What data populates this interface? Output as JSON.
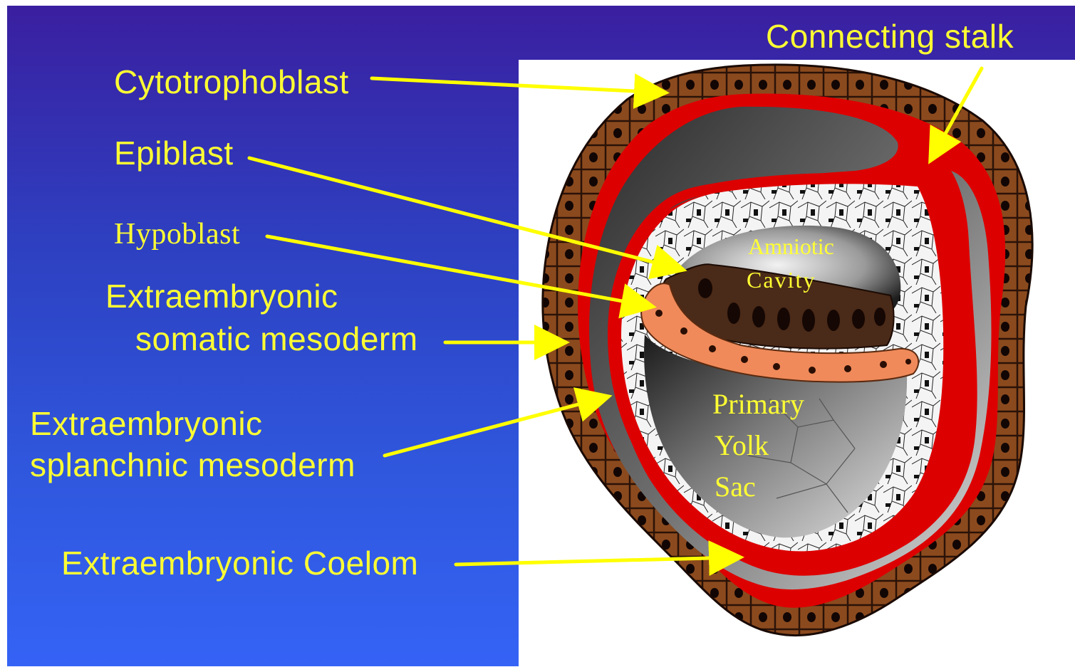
{
  "labels": {
    "connecting_stalk": "Connecting stalk",
    "cytotrophoblast": "Cytotrophoblast",
    "epiblast": "Epiblast",
    "hypoblast": "Hypoblast",
    "somatic_line1": "Extraembryonic",
    "somatic_line2": "somatic mesoderm",
    "splanchnic_line1": "Extraembryonic",
    "splanchnic_line2": "splanchnic mesoderm",
    "coelom": "Extraembryonic Coelom"
  },
  "inner_labels": {
    "amniotic_line1": "Amniotic",
    "amniotic_line2": "Cavity",
    "yolk_line1": "Primary",
    "yolk_line2": "Yolk",
    "yolk_line3": "Sac"
  },
  "colors": {
    "label_text": "#ffff33",
    "arrow": "#ffff00",
    "background_top": "#3a1fa0",
    "background_bottom": "#3563f5",
    "trophoblast": "#8b4a1e",
    "mesoderm_red": "#dd0000",
    "hypoblast": "#f08a5a",
    "epiblast": "#4a2a18"
  }
}
